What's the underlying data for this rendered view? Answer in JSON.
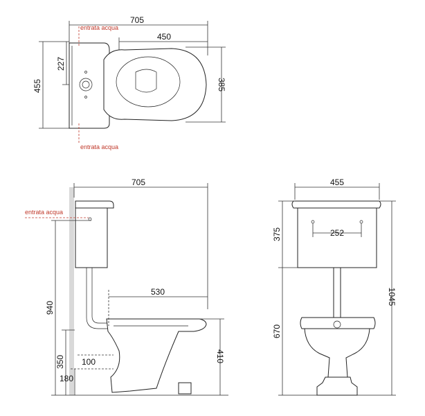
{
  "labels": {
    "water_inlet": "entrata acqua"
  },
  "dimensions": {
    "top_width": "705",
    "top_bowl_length": "450",
    "top_depth": "455",
    "top_tank_offset": "227",
    "top_bowl_depth": "385",
    "side_width": "705",
    "side_height_tank": "940",
    "side_pipe_run": "530",
    "side_inlet_height": "350",
    "side_outlet": "100",
    "side_base": "180",
    "side_bowl_height": "410",
    "front_width": "455",
    "front_tank_height": "375",
    "front_fixing": "252",
    "front_total_height": "1045",
    "front_bowl_height": "670"
  },
  "colors": {
    "line": "#222222",
    "inlet": "#c0392b",
    "wall": "#d9d9d9"
  }
}
